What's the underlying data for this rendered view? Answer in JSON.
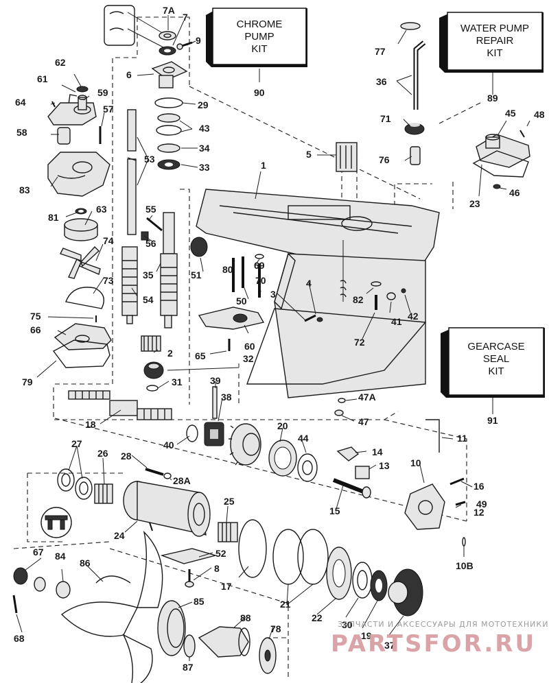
{
  "kits": {
    "chrome_pump": {
      "line1": "CHROME",
      "line2": "PUMP",
      "line3": "KIT",
      "number": "90"
    },
    "water_pump": {
      "line1": "WATER PUMP",
      "line2": "REPAIR",
      "line3": "KIT",
      "number": "89"
    },
    "gearcase_seal": {
      "line1": "GEARCASE",
      "line2": "SEAL",
      "line3": "KIT",
      "number": "91"
    }
  },
  "callouts": [
    "7A",
    "7",
    "9",
    "6",
    "29",
    "43",
    "34",
    "33",
    "53",
    "1",
    "5",
    "77",
    "36",
    "71",
    "76",
    "45",
    "48",
    "23",
    "46",
    "62",
    "61",
    "59",
    "64",
    "57",
    "58",
    "83",
    "81",
    "63",
    "55",
    "56",
    "74",
    "35",
    "54",
    "73",
    "75",
    "66",
    "79",
    "51",
    "80",
    "69",
    "50",
    "70",
    "4",
    "3",
    "82",
    "41",
    "42",
    "72",
    "65",
    "60",
    "32",
    "2",
    "31",
    "39",
    "38",
    "18",
    "40",
    "20",
    "44",
    "14",
    "13",
    "11",
    "10",
    "16",
    "12",
    "49",
    "15",
    "47A",
    "47",
    "27",
    "26",
    "28",
    "28A",
    "25",
    "24",
    "52",
    "8",
    "17",
    "21",
    "22",
    "30",
    "19",
    "37",
    "67",
    "84",
    "86",
    "68",
    "85",
    "88",
    "78",
    "87",
    "10B"
  ],
  "watermark": {
    "line1": "ЗАПЧАСТИ И АКСЕССУАРЫ ДЛЯ МОТОТЕХНИКИ",
    "line2": "PARTSFOR.RU"
  }
}
